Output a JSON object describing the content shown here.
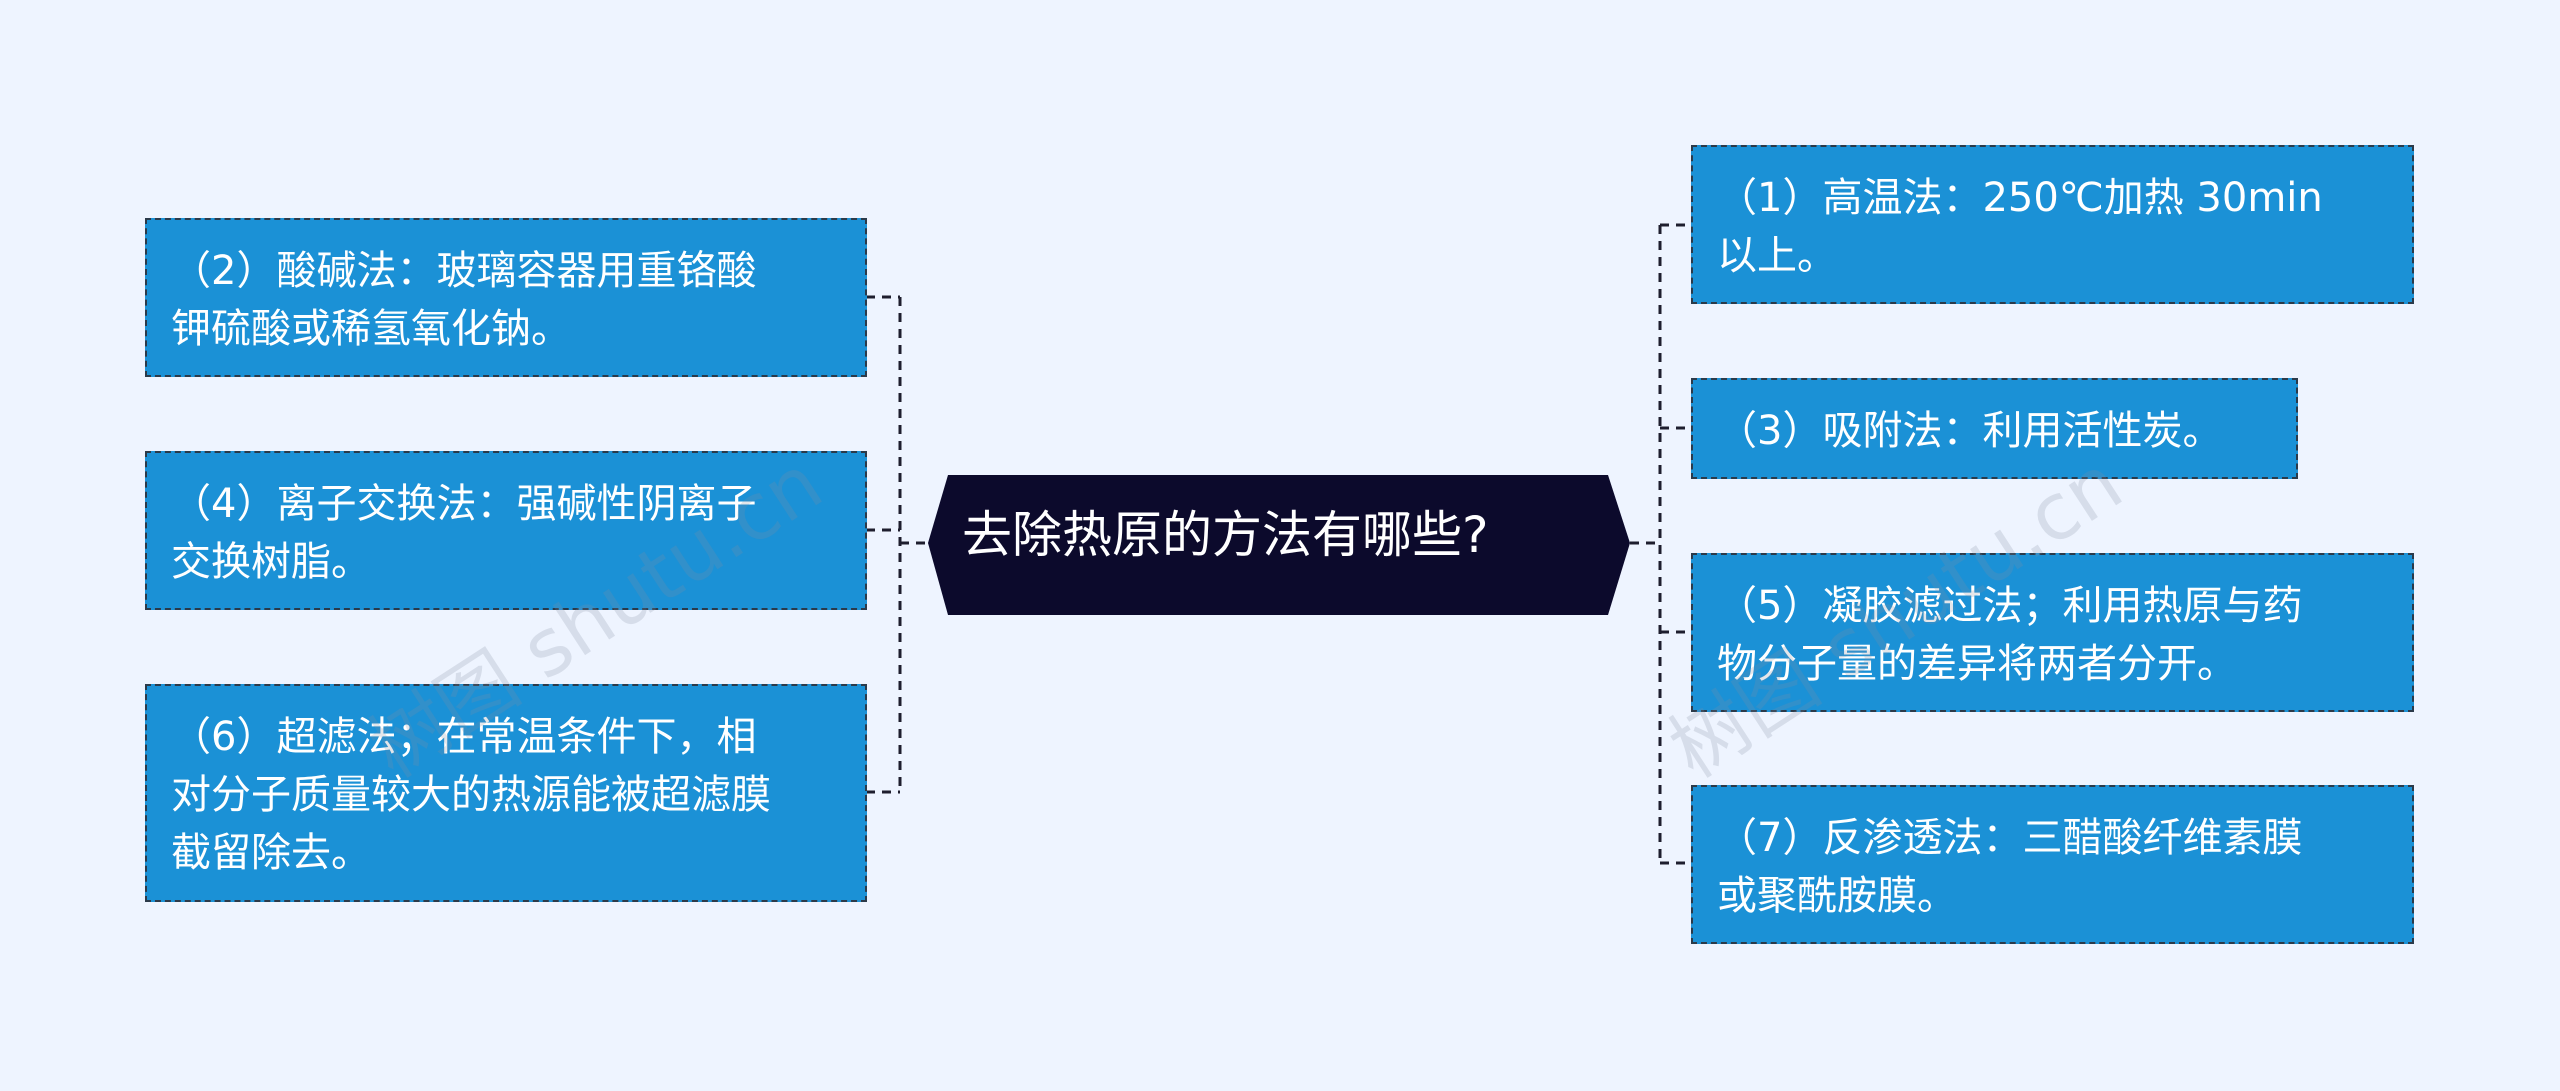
{
  "center": {
    "text": "去除热原的方法有哪些?"
  },
  "left_nodes": [
    {
      "text": "（2）酸碱法：玻璃容器用重铬酸\n钾硫酸或稀氢氧化钠。"
    },
    {
      "text": "（4）离子交换法：强碱性阴离子\n交换树脂。"
    },
    {
      "text": "（6）超滤法；在常温条件下，相\n对分子质量较大的热源能被超滤膜\n截留除去。"
    }
  ],
  "right_nodes": [
    {
      "text": "（1）高温法：250℃加热 30min\n以上。"
    },
    {
      "text": "（3）吸附法：利用活性炭。"
    },
    {
      "text": "（5）凝胶滤过法；利用热原与药\n物分子量的差异将两者分开。"
    },
    {
      "text": "（7）反渗透法：三醋酸纤维素膜\n或聚酰胺膜。"
    }
  ],
  "watermark": {
    "text": "树图 shutu.cn"
  },
  "colors": {
    "background": "#eef4ff",
    "node_fill": "#1b91d6",
    "node_border": "#2b3a4a",
    "center_fill": "#0c0a2c",
    "connector": "#1e1e2e"
  }
}
